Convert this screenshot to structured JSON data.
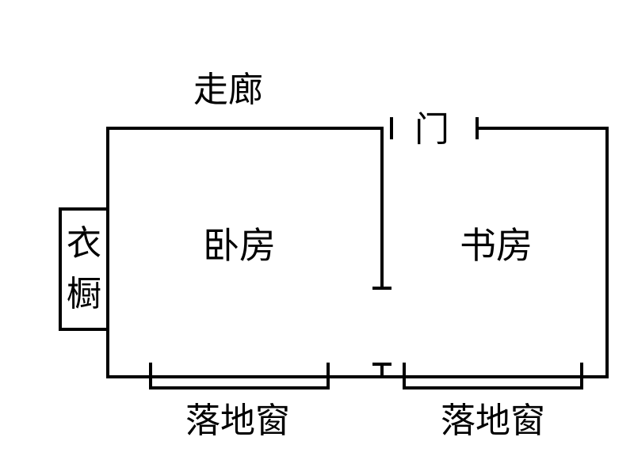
{
  "plan": {
    "corridor_label": "走廊",
    "door_label": "门",
    "bedroom_label": "卧房",
    "study_label": "书房",
    "wardrobe_label_line1": "衣",
    "wardrobe_label_line2": "橱",
    "window_left_label": "落地窗",
    "window_right_label": "落地窗",
    "line_color": "#000000",
    "background_color": "#ffffff"
  }
}
